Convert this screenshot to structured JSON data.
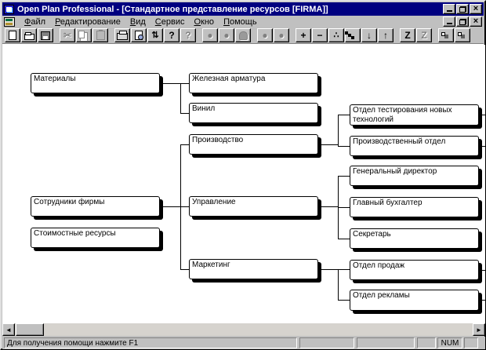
{
  "window": {
    "title": "Open Plan Professional - [Стандартное представление ресурсов [FIRMA]]",
    "app_icon": "open-plan-logo",
    "controls": [
      "minimize",
      "restore",
      "close"
    ]
  },
  "menu": {
    "items": [
      {
        "label": "Файл"
      },
      {
        "label": "Редактирование"
      },
      {
        "label": "Вид"
      },
      {
        "label": "Сервис"
      },
      {
        "label": "Окно"
      },
      {
        "label": "Помощь"
      }
    ],
    "mdi_controls": [
      "minimize",
      "restore",
      "close"
    ]
  },
  "toolbar": {
    "buttons": [
      {
        "name": "new-file",
        "enabled": true
      },
      {
        "name": "open-file",
        "enabled": true
      },
      {
        "name": "save-file",
        "enabled": true
      },
      {
        "name": "cut",
        "enabled": false
      },
      {
        "name": "copy",
        "enabled": false
      },
      {
        "name": "paste",
        "enabled": false
      },
      {
        "name": "print",
        "enabled": true
      },
      {
        "name": "print-preview",
        "enabled": true
      },
      {
        "name": "transfer",
        "enabled": true
      },
      {
        "name": "help",
        "enabled": true
      },
      {
        "name": "context-help",
        "enabled": false
      },
      {
        "name": "node-circle",
        "enabled": false
      },
      {
        "name": "node-person",
        "enabled": false
      },
      {
        "name": "node-rounded",
        "enabled": false
      },
      {
        "name": "node-circle-2",
        "enabled": false
      },
      {
        "name": "node-circle-3",
        "enabled": false
      },
      {
        "name": "expand-plus",
        "enabled": true
      },
      {
        "name": "collapse-minus",
        "enabled": true
      },
      {
        "name": "link-dots",
        "enabled": true
      },
      {
        "name": "level-steps",
        "enabled": true
      },
      {
        "name": "move-down",
        "enabled": true
      },
      {
        "name": "move-up",
        "enabled": true
      },
      {
        "name": "zoom-z",
        "enabled": true
      },
      {
        "name": "zoom-z-alt",
        "enabled": false
      },
      {
        "name": "window-tile",
        "enabled": true
      },
      {
        "name": "window-arrange",
        "enabled": true
      }
    ]
  },
  "diagram": {
    "type": "resource-hierarchy-tree",
    "nodes": [
      {
        "label": "Материалы",
        "children": [
          "Железная арматура",
          "Винил"
        ]
      },
      {
        "label": "Железная арматура",
        "children": []
      },
      {
        "label": "Винил",
        "children": []
      },
      {
        "label": "Производство",
        "children": [
          "Отдел тестирования новых технологий",
          "Производственный отдел"
        ]
      },
      {
        "label": "Сотрудники фирмы",
        "children": [
          "Производство",
          "Управление",
          "Маркетинг"
        ]
      },
      {
        "label": "Управление",
        "children": [
          "Генеральный директор",
          "Главный бухгалтер",
          "Секретарь"
        ]
      },
      {
        "label": "Стоимостные ресурсы",
        "children": []
      },
      {
        "label": "Маркетинг",
        "children": [
          "Отдел продаж",
          "Отдел рекламы"
        ]
      },
      {
        "label": "Отдел тестирования новых технологий",
        "continues_right": true
      },
      {
        "label": "Производственный отдел",
        "continues_right": true
      },
      {
        "label": "Генеральный директор",
        "continues_right": false
      },
      {
        "label": "Главный бухгалтер",
        "continues_right": false
      },
      {
        "label": "Секретарь",
        "continues_right": false
      },
      {
        "label": "Отдел продаж",
        "continues_right": true
      },
      {
        "label": "Отдел рекламы",
        "continues_right": true
      }
    ]
  },
  "statusbar": {
    "help_text": "Для получения помощи нажмите F1",
    "num_lock": "NUM"
  },
  "colors": {
    "titlebar": "#000080",
    "titlebar_text": "#ffffff",
    "chrome": "#c0c0c0",
    "canvas": "#ffffff",
    "line": "#000000"
  }
}
